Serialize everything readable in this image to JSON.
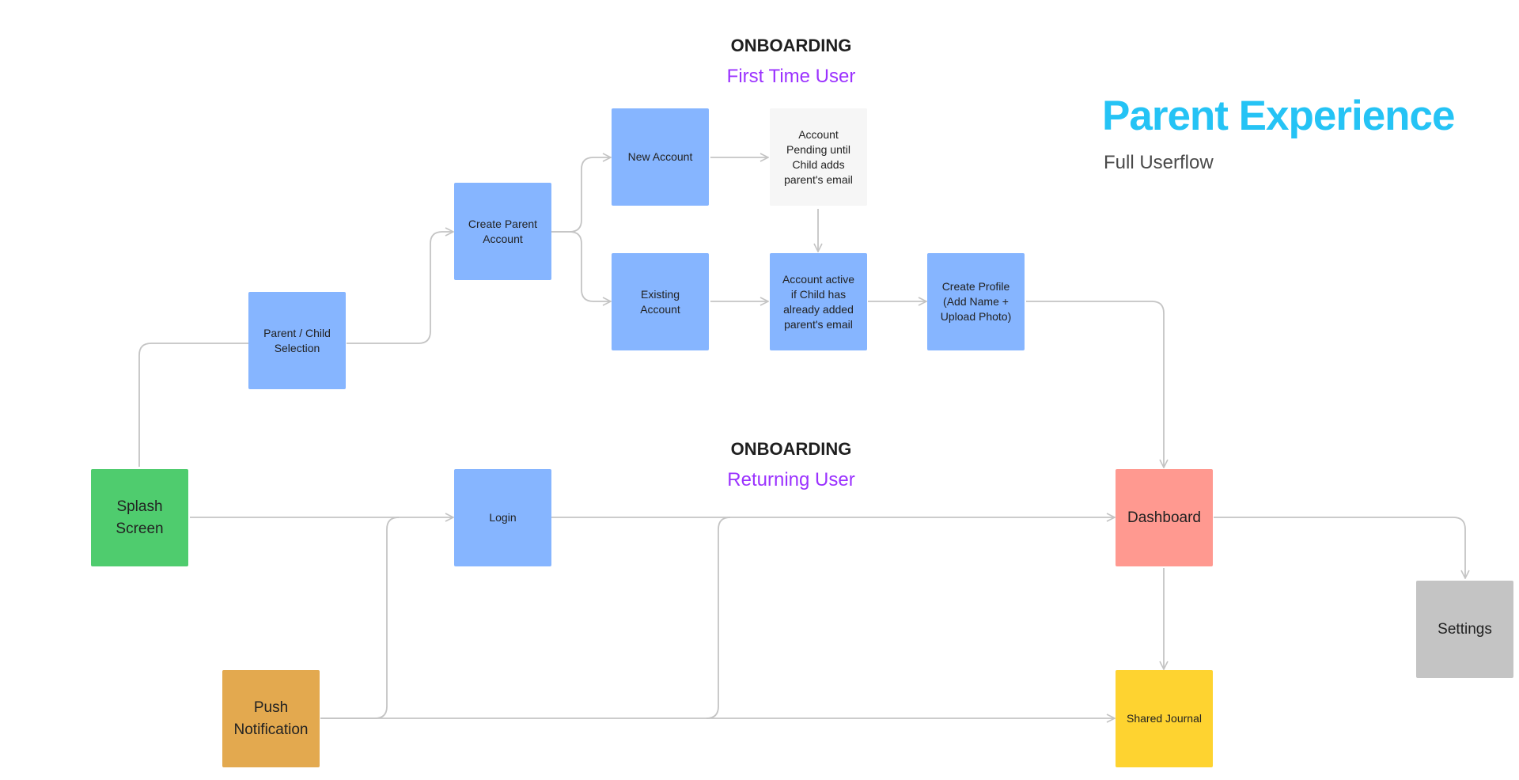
{
  "colors": {
    "connector": "#c4c4c4",
    "screen_box": "#86b5ff",
    "pending_box": "#f6f6f6",
    "splash": "#4fcc6e",
    "dashboard": "#ff9990",
    "push": "#e3a94f",
    "journal": "#fed330",
    "settings": "#c4c4c4",
    "subheading": "#9b32ff",
    "brand": "#25c3f5"
  },
  "header": {
    "brand_title": "Parent Experience",
    "brand_subtitle": "Full Userflow"
  },
  "sections": [
    {
      "heading": "ONBOARDING",
      "subheading": "First Time User"
    },
    {
      "heading": "ONBOARDING",
      "subheading": "Returning User"
    }
  ],
  "nodes": {
    "splash": "Splash\nScreen",
    "parent_child": "Parent / Child\nSelection",
    "create_parent": "Create Parent\nAccount",
    "new_account": "New Account",
    "existing_account": "Existing\nAccount",
    "pending": "Account\nPending until\nChild adds\nparent's email",
    "active": "Account active\nif Child has\nalready added\nparent's email",
    "create_profile": "Create Profile\n(Add Name +\nUpload Photo)",
    "login": "Login",
    "dashboard": "Dashboard",
    "settings": "Settings",
    "push": "Push\nNotification",
    "journal": "Shared Journal"
  }
}
